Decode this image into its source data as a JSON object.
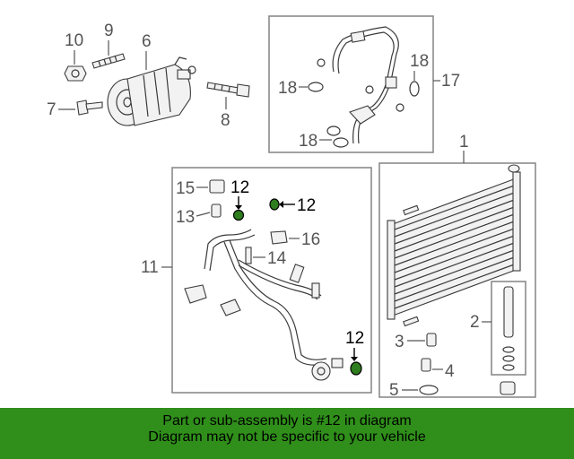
{
  "diagram": {
    "callouts": {
      "c1": "1",
      "c2": "2",
      "c3": "3",
      "c4": "4",
      "c5": "5",
      "c6": "6",
      "c7": "7",
      "c8": "8",
      "c9": "9",
      "c10": "10",
      "c11": "11",
      "c12a": "12",
      "c12b": "12",
      "c12c": "12",
      "c13": "13",
      "c14": "14",
      "c15": "15",
      "c16": "16",
      "c17": "17",
      "c18a": "18",
      "c18b": "18",
      "c18c": "18"
    },
    "highlight_color": "#2e7d1e"
  },
  "banner": {
    "line1": "Part or sub-assembly is #12 in diagram",
    "line2": "Diagram may not be specific to your vehicle",
    "background": "#2f8f1a"
  }
}
